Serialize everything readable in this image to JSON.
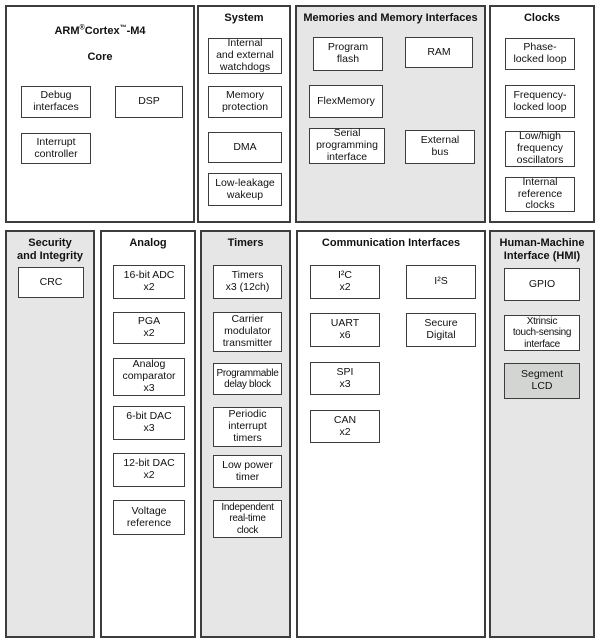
{
  "colors": {
    "section_gray": "#e6e6e6",
    "block_shaded": "#d2d5d2",
    "border": "#3d3d3d",
    "text": "#111111"
  },
  "diagram": {
    "sections": {
      "core": {
        "title": {
          "brand": "ARM",
          "reg": "®",
          "name": "Cortex",
          "tm": "™",
          "suffix": "-M4",
          "line2": "Core"
        },
        "blocks": {
          "debug": "Debug\ninterfaces",
          "dsp": "DSP",
          "interrupt": "Interrupt\ncontroller"
        }
      },
      "system": {
        "title": "System",
        "blocks": {
          "watchdogs": "Internal\nand external\nwatchdogs",
          "memory_protection": "Memory\nprotection",
          "dma": "DMA",
          "low_leakage_wakeup": "Low-leakage\nwakeup"
        }
      },
      "memories": {
        "title": "Memories and Memory Interfaces",
        "blocks": {
          "program_flash": "Program\nflash",
          "ram": "RAM",
          "flexmemory": "FlexMemory",
          "serial_programming": "Serial\nprogramming\ninterface",
          "external_bus": "External\nbus"
        }
      },
      "clocks": {
        "title": "Clocks",
        "blocks": {
          "pll": "Phase-\nlocked loop",
          "fll": "Frequency-\nlocked loop",
          "oscillators": "Low/high\nfrequency\noscillators",
          "internal_reference": "Internal\nreference\nclocks"
        }
      },
      "security": {
        "title": "Security\nand Integrity",
        "blocks": {
          "crc": "CRC"
        }
      },
      "analog": {
        "title": "Analog",
        "blocks": {
          "adc": "16-bit ADC\nx2",
          "pga": "PGA\nx2",
          "comparator": "Analog\ncomparator\nx3",
          "dac6": "6-bit DAC\nx3",
          "dac12": "12-bit DAC\nx2",
          "vref": "Voltage\nreference"
        }
      },
      "timers": {
        "title": "Timers",
        "blocks": {
          "timers": "Timers\nx3 (12ch)",
          "cmt": "Carrier\nmodulator\ntransmitter",
          "pdb": "Programmable\ndelay block",
          "pit": "Periodic\ninterrupt\ntimers",
          "lpt": "Low power\ntimer",
          "rtc": "Independent\nreal-time\nclock"
        }
      },
      "comm": {
        "title": "Communication Interfaces",
        "blocks": {
          "i2c": "I²C\nx2",
          "uart": "UART\nx6",
          "spi": "SPI\nx3",
          "can": "CAN\nx2",
          "i2s": "I²S",
          "secure_digital": "Secure\nDigital"
        }
      },
      "hmi": {
        "title": "Human-Machine\nInterface (HMI)",
        "blocks": {
          "gpio": "GPIO",
          "xtrinsic": "Xtrinsic\ntouch-sensing\ninterface",
          "segment_lcd": "Segment\nLCD"
        }
      }
    }
  }
}
